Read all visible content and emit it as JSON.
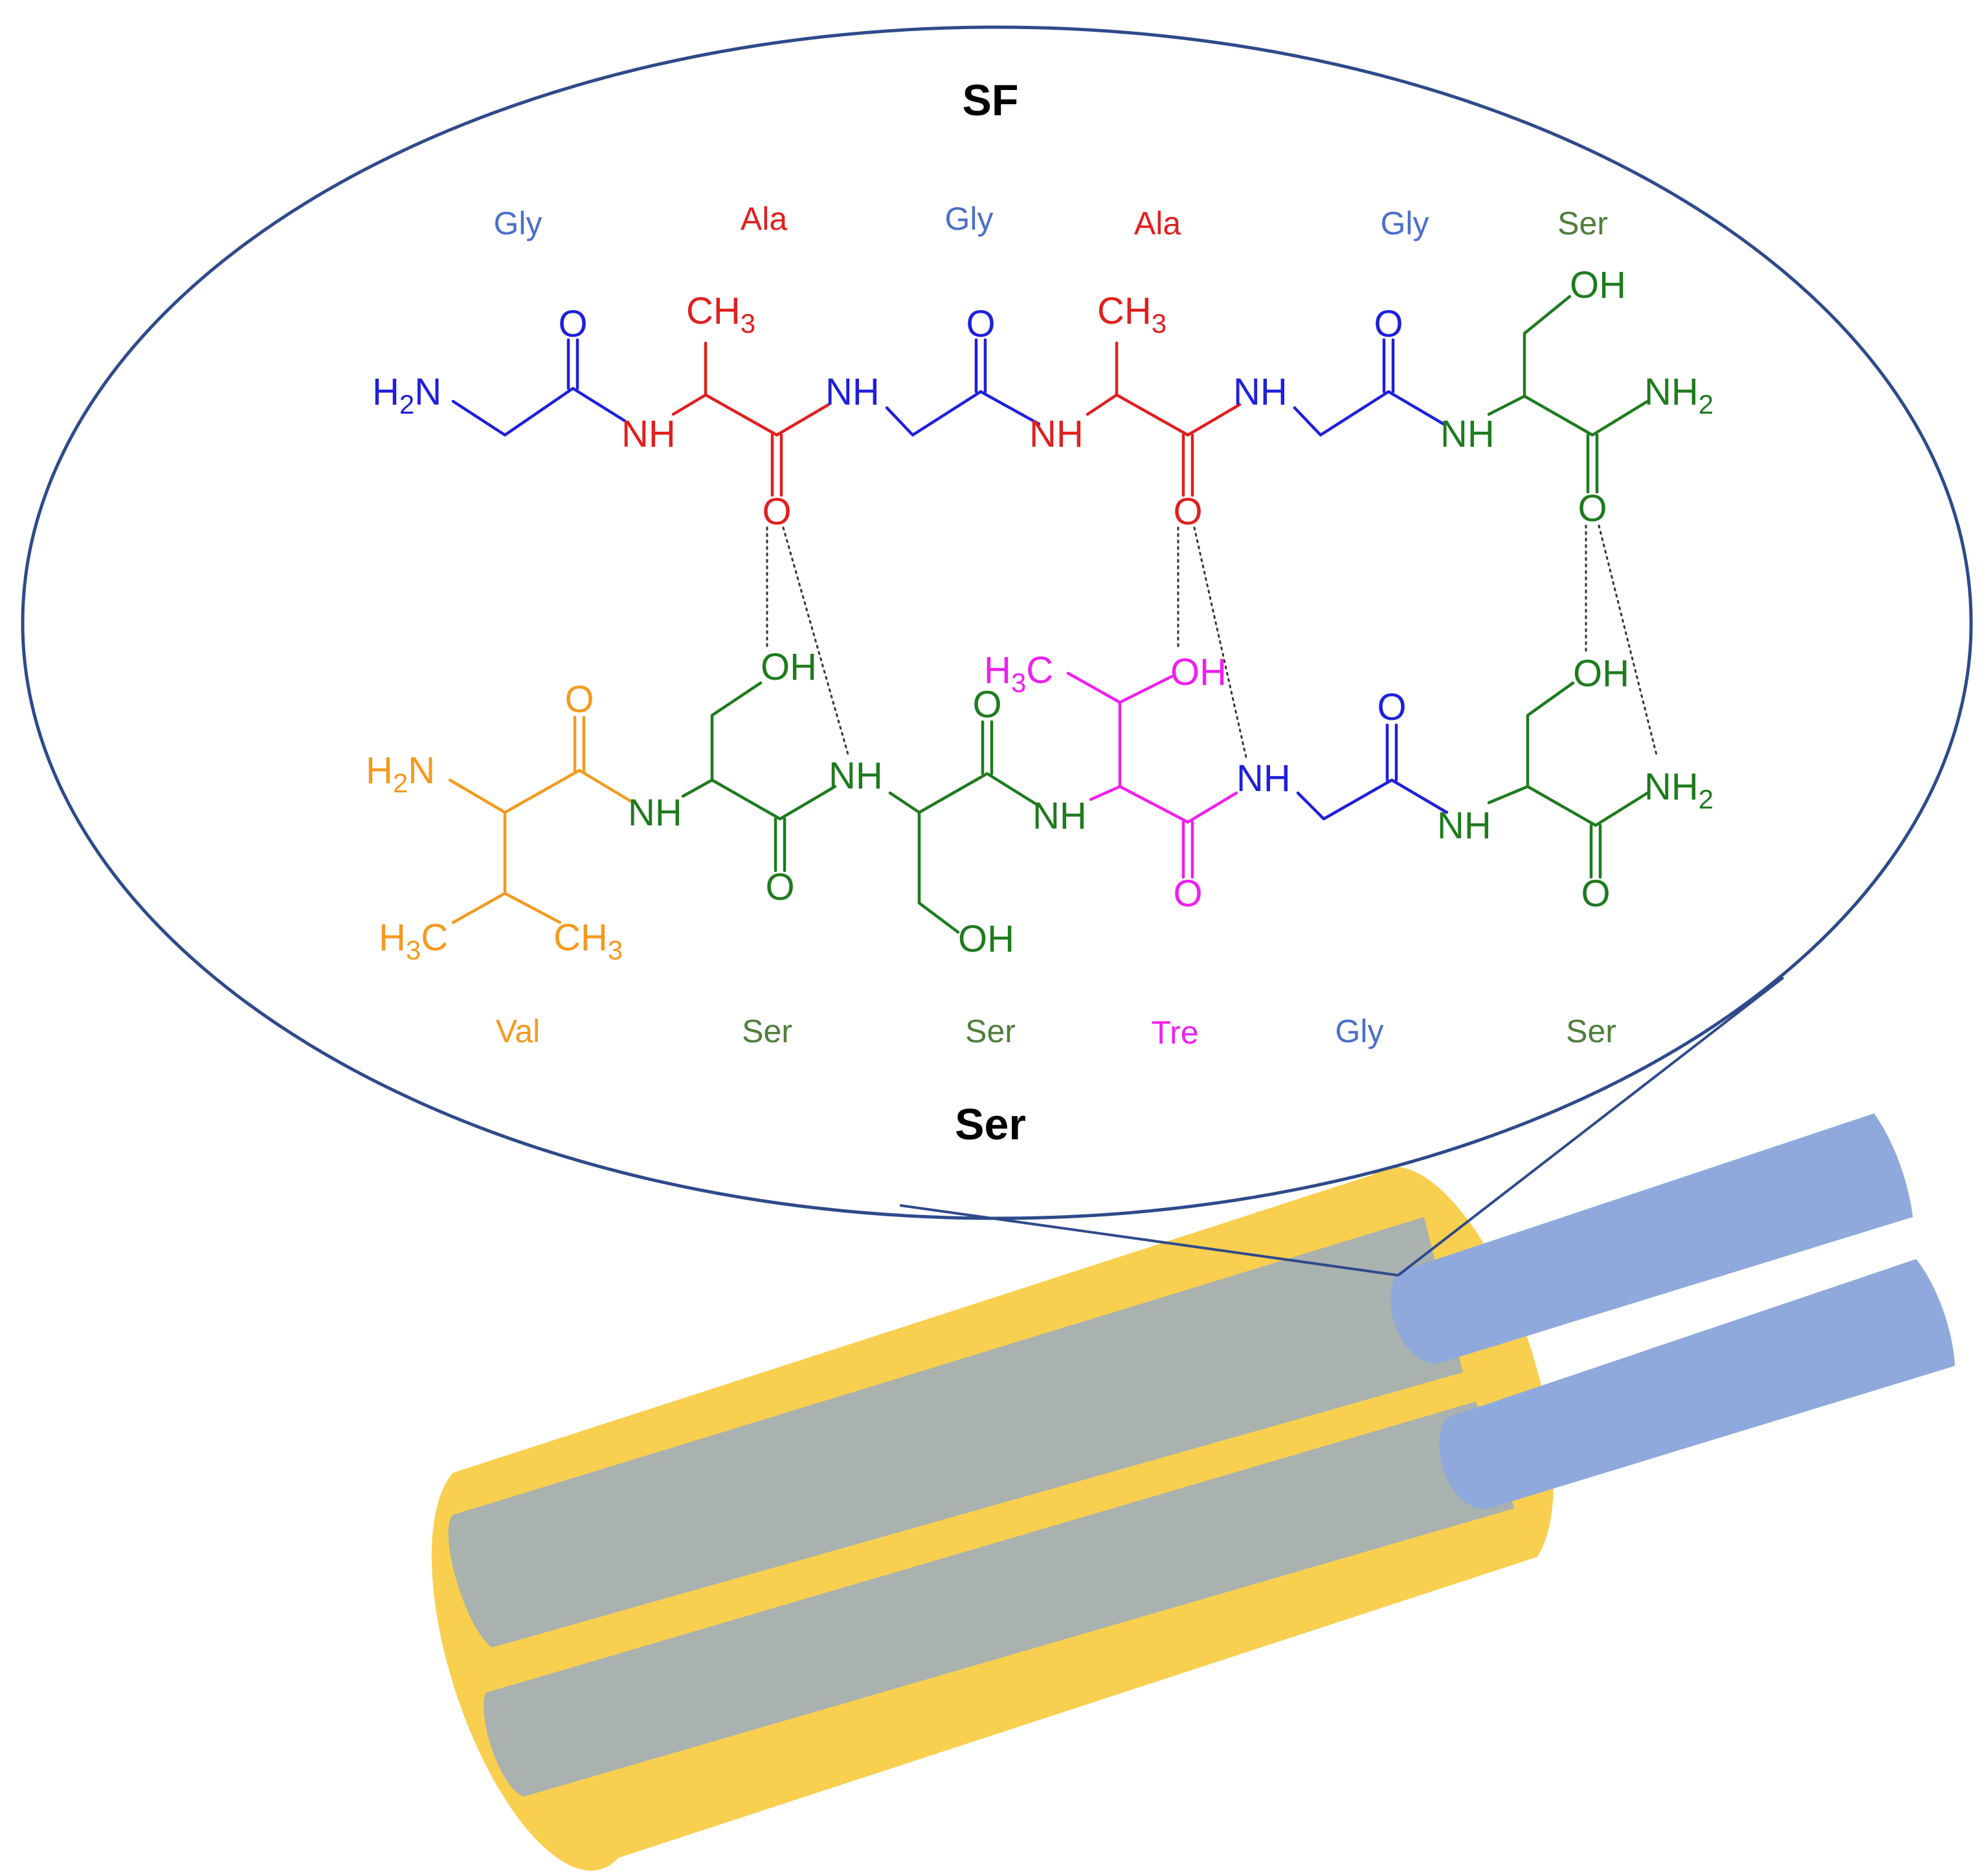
{
  "titles": {
    "top": "SF",
    "bottom": "Ser"
  },
  "colors": {
    "gly": "#1f1fdc",
    "ala": "#e01f1f",
    "ser": "#1e7b1e",
    "val": "#f39a1e",
    "thr": "#ef1fef",
    "label_gly": "#4a6fc8",
    "label_ser": "#4f7d3a",
    "ellipse": "#2e4a8a",
    "sheath": "#f9cf50",
    "fiber_core": "#a9b2ae",
    "fiber_end": "#8fa9dc"
  },
  "top_chain": {
    "residues": [
      {
        "label": "Gly",
        "color_key": "label_gly"
      },
      {
        "label": "Ala",
        "color_key": "ala"
      },
      {
        "label": "Gly",
        "color_key": "label_gly"
      },
      {
        "label": "Ala",
        "color_key": "ala"
      },
      {
        "label": "Gly",
        "color_key": "label_gly"
      },
      {
        "label": "Ser",
        "color_key": "label_ser"
      }
    ]
  },
  "bottom_chain": {
    "residues": [
      {
        "label": "Val",
        "color_key": "val"
      },
      {
        "label": "Ser",
        "color_key": "label_ser"
      },
      {
        "label": "Ser",
        "color_key": "label_ser"
      },
      {
        "label": "Tre",
        "color_key": "thr"
      },
      {
        "label": "Gly",
        "color_key": "label_gly"
      },
      {
        "label": "Ser",
        "color_key": "label_ser"
      }
    ]
  },
  "atoms": {
    "H": "H",
    "N": "N",
    "C": "C",
    "H2": "2",
    "H3": "3",
    "NH": "NH",
    "O": "O",
    "OH": "OH",
    "CH": "CH",
    "H2N_num": "2",
    "CH3_num": "3"
  }
}
